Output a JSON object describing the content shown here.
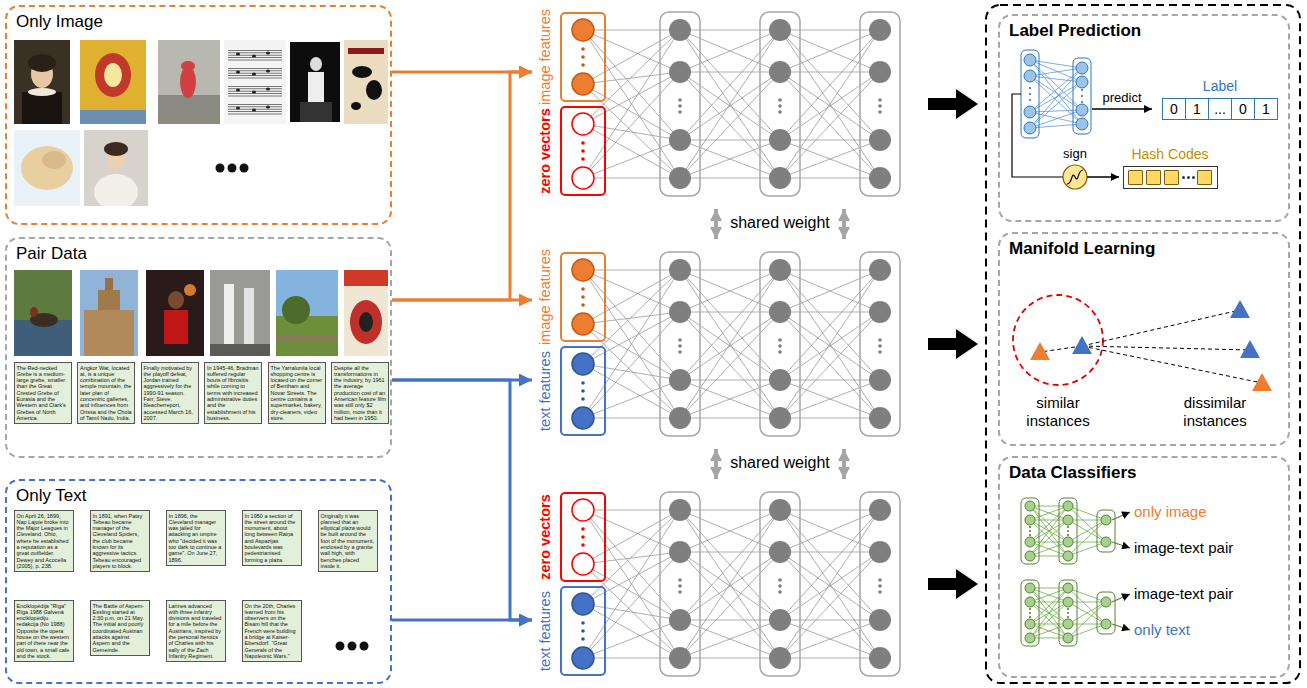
{
  "diagram": {
    "nodes": [
      {
        "text": [
          "Only Image"
        ]
      },
      {
        "text": [
          "Pair Data"
        ]
      },
      {
        "text": [
          "The Red-necked Grebe is a medium-large grebe, smaller than the Great Crested Grebe of Eurasia and the Western and Clark's Grebes of North America."
        ],
        "in": 1
      },
      {
        "text": [
          "Angkor Wat, located at, is a unique combination of the temple mountain, the later plan of concentric galleries, and influences from Orissa and the Chola of Tamil Nadu, India."
        ],
        "in": 1
      },
      {
        "text": [
          "Finally motivated by the playoff defeat, Jordan trained aggressively for the 1990-91 season. Farr, Steve. bleacherreport, accessed March 16, 2007."
        ],
        "in": 1
      },
      {
        "text": [
          "In 1945-46, Bradman suffered regular bouts of fibrositis while coming to terms with increased administrative duties and the establishment of his business."
        ],
        "in": 1
      },
      {
        "text": [
          "The Yarralumla local shopping centre is located on the corner of Bentham and Novar Streets. The centre contains a supermarket, bakery, dry-cleaners, video store."
        ],
        "in": 1
      },
      {
        "text": [
          "Despite all the transformations in the industry, by 1961 the average production cost of an American feature film was still only $2 million, more than it had been in 1950."
        ],
        "in": 1
      },
      {
        "text": [
          "Only Text"
        ]
      },
      {
        "text": [
          "On April 26, 1899, Nap Lajoie broke into the Major Leagues in Cleveland, Ohio, where he established a reputation as a great outfielder. Dewey and Acocella (2005), p. 238."
        ],
        "in": 8
      },
      {
        "text": [
          "In 1891, when Patsy Tebeau became manager of the Cleveland Spiders, the club became known for its aggressive tactics. Tebeau encouraged players to block."
        ],
        "in": 8
      },
      {
        "text": [
          "In 1896, the Cleveland manager was jailed for attacking an umpire who \"decided it was too dark to continue a game\". On June 27, 1896."
        ],
        "in": 8
      },
      {
        "text": [
          "In 1950 a section of the street around the monument, about long between Raiņa and Aspazijas boulevards was pedestrianised forming a plaza."
        ],
        "in": 8
      },
      {
        "text": [
          "Originally it was planned that an elliptical plaza would be built around the foot of the monument, enclosed by a granite wall high, with benches placed inside it."
        ],
        "in": 8
      },
      {
        "text": [
          "Enciklopēdija \"Rīga\" Rīga 1988 Galvenā enciklopēdiju redakcija (No 1988) Opposite the opera house on the western part of there near the old town, a small cafe and the stock."
        ],
        "in": 8
      },
      {
        "text": [
          "The Battle of Aspern-Essling started at 2:30 p.m. on 21 May. The initial and poorly coordinated Austrian attacks against Aspern and the Gemeinde."
        ],
        "in": 8
      },
      {
        "text": [
          "Lannes advanced with three infantry divisions and traveled for a mile before the Austrians, inspired by the personal heroics of Charles with his sally of the Zach Infantry Regiment."
        ],
        "in": 8
      },
      {
        "text": [
          "On the 20th, Charles learned from his observers on the Bisam hill that the French were building a bridge at Kaiser-Ebersdorf. \"Great Generals of the Napoleonic Wars.\""
        ],
        "in": 8
      },
      {
        "text": [
          "image features"
        ]
      },
      {
        "text": [
          "zero vectors"
        ]
      },
      {
        "text": [
          "image features"
        ]
      },
      {
        "text": [
          "text features"
        ]
      },
      {
        "text": [
          "zero vectors"
        ]
      },
      {
        "text": [
          "text features"
        ]
      },
      {
        "text": [
          "Label Prediction"
        ]
      },
      {
        "text": [
          "Label",
          "0",
          "1",
          "...",
          "0",
          "1"
        ],
        "in": 24
      },
      {
        "text": [
          "Hash Codes"
        ],
        "in": 24
      },
      {
        "text": [
          "Manifold Learning"
        ]
      },
      {
        "text": [
          "Data Classifiers"
        ]
      }
    ],
    "edges": [
      {
        "from": 0,
        "to": 18,
        "arrow": "to"
      },
      {
        "from": 1,
        "to": 18,
        "arrow": "to"
      },
      {
        "from": 1,
        "to": 20,
        "arrow": "to"
      },
      {
        "from": 1,
        "to": 21,
        "arrow": "to"
      },
      {
        "from": 1,
        "to": 23,
        "arrow": "to"
      },
      {
        "from": 8,
        "to": 23,
        "arrow": "to"
      }
    ],
    "labels": [
      "shared weight",
      "shared weight",
      "predict",
      "sign",
      "similar instances",
      "dissimilar instances",
      "only image",
      "image-text pair",
      "image-text pair",
      "only text"
    ]
  }
}
